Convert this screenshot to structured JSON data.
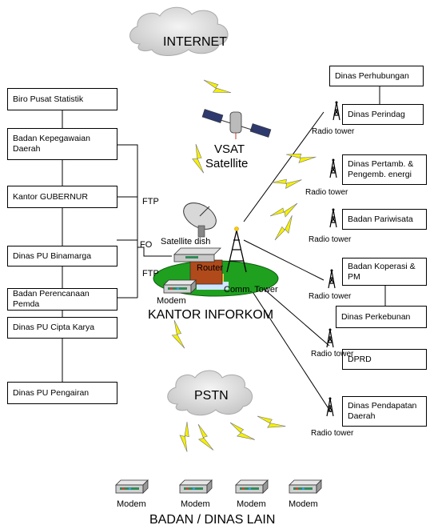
{
  "clouds": {
    "internet": "INTERNET",
    "pstn": "PSTN"
  },
  "satellite": {
    "line1": "VSAT",
    "line2": "Satellite"
  },
  "center": {
    "satellite_dish": "Satellite dish",
    "router": "Router",
    "comm_tower": "Comm. Tower",
    "modem": "Modem",
    "title": "KANTOR INFORKOM"
  },
  "links": {
    "ftp_top": "FTP",
    "fo": "FO",
    "ftp_bottom": "FTP"
  },
  "left_boxes": [
    "Biro Pusat Statistik",
    "Badan Kepegawaian Daerah",
    "Kantor GUBERNUR",
    "Dinas PU Binamarga",
    "Badan Perencanaan Pemda",
    "Dinas PU Cipta Karya",
    "Dinas PU Pengairan"
  ],
  "right_boxes": [
    "Dinas Perhubungan",
    "Dinas Perindag",
    "Dinas Pertamb. & Pengemb. energi",
    "Badan Pariwisata",
    "Badan Koperasi & PM",
    "Dinas Perkebunan",
    "DPRD",
    "Dinas Pendapatan Daerah"
  ],
  "radio_tower_label": "Radio tower",
  "modems_bottom": [
    "Modem",
    "Modem",
    "Modem",
    "Modem"
  ],
  "footer": "BADAN / DINAS LAIN",
  "icons": [
    "cloud-icon",
    "satellite-icon",
    "satellite-dish-icon",
    "router-icon",
    "tower-icon",
    "modem-icon",
    "lightning-icon"
  ],
  "colors": {
    "cloud": "#dcdcdc",
    "lightning": "#f5f000",
    "platform": "#1fa01f",
    "router": "#b04a1a"
  }
}
